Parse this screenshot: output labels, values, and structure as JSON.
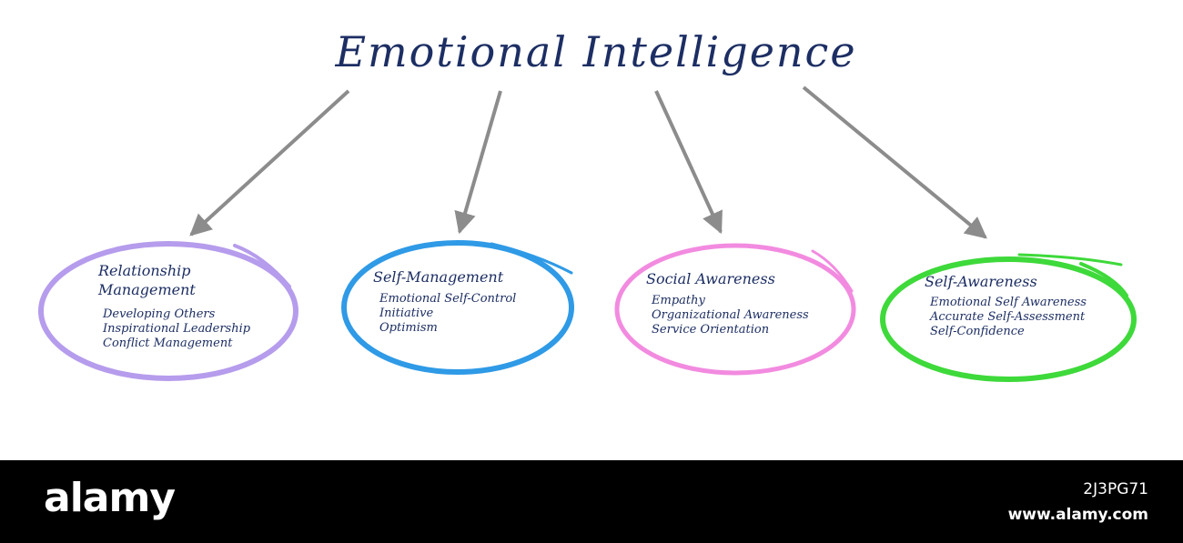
{
  "title": "Emotional Intelligence",
  "colors": {
    "text": "#1c2e63",
    "arrow": "#8c8c8c",
    "relationship": "#b69cec",
    "self_management": "#2f9ae6",
    "social": "#f28be0",
    "self_awareness": "#3ed93a"
  },
  "nodes": [
    {
      "title_lines": [
        "Relationship",
        "Management"
      ],
      "items": [
        "Developing Others",
        "Inspirational Leadership",
        "Conflict Management"
      ]
    },
    {
      "title_lines": [
        "Self-Management"
      ],
      "items": [
        "Emotional Self-Control",
        "Initiative",
        "Optimism"
      ]
    },
    {
      "title_lines": [
        "Social Awareness"
      ],
      "items": [
        "Empathy",
        "Organizational Awareness",
        "Service Orientation"
      ]
    },
    {
      "title_lines": [
        "Self-Awareness"
      ],
      "items": [
        "Emotional Self Awareness",
        "Accurate Self-Assessment",
        "Self-Confidence"
      ]
    }
  ],
  "footer": {
    "brand": "alamy",
    "image_id": "2J3PG71",
    "site": "www.alamy.com"
  }
}
